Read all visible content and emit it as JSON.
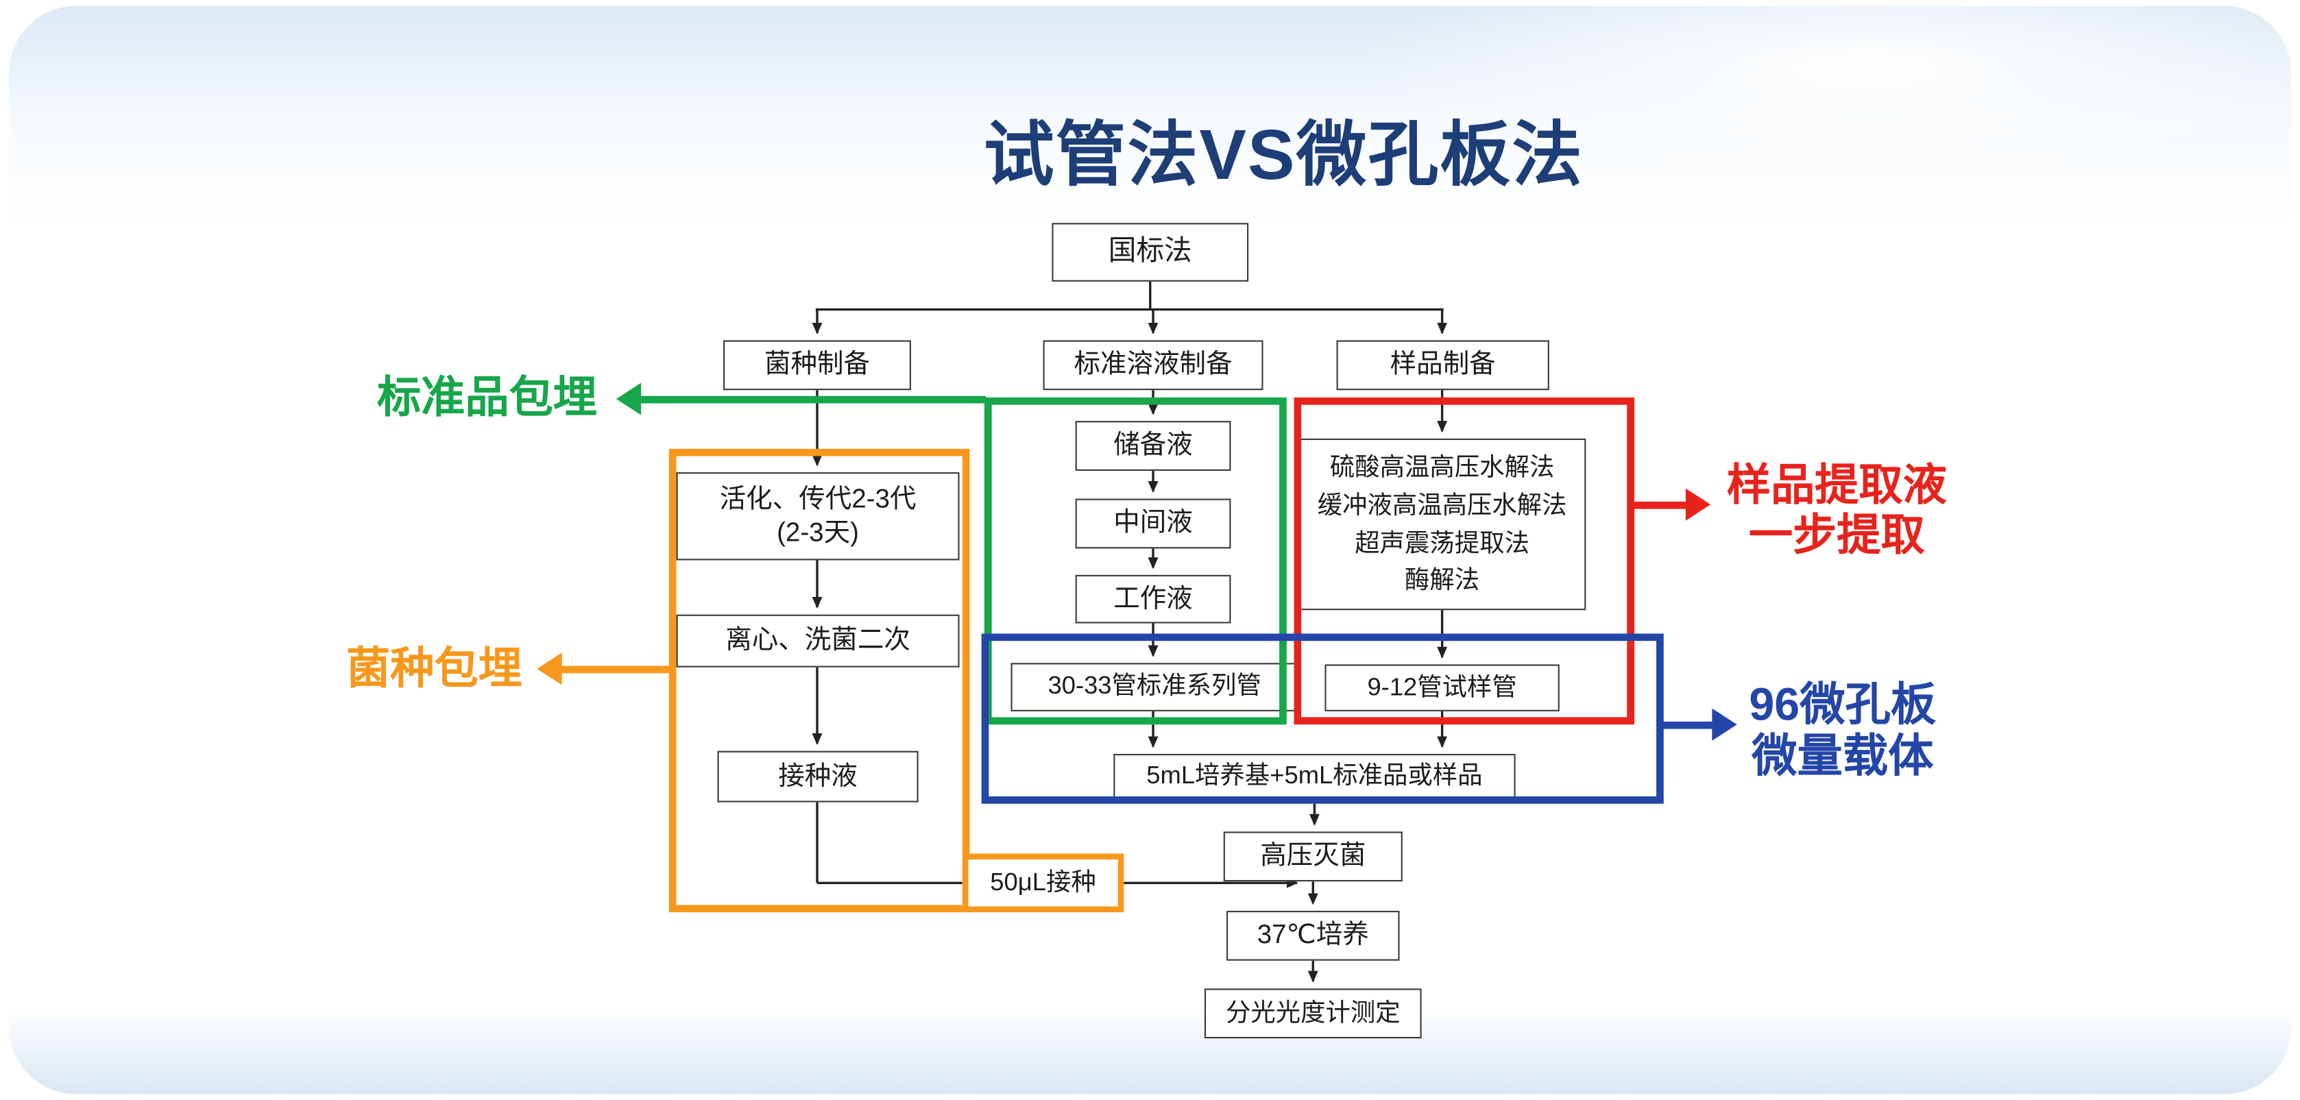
{
  "title": "试管法VS微孔板法",
  "flowchart": {
    "nodes": {
      "national_standard": "国标法",
      "strain_preparation": "菌种制备",
      "standard_solution_preparation": "标准溶液制备",
      "sample_preparation": "样品制备",
      "activation": "活化、传代2-3代\n(2-3天)",
      "centrifugation": "离心、洗菌二次",
      "inoculation_solution": "接种液",
      "stock_solution": "储备液",
      "intermediate_solution": "中间液",
      "working_solution": "工作液",
      "standard_series_tubes": "30-33管标准系列管",
      "extraction_methods": "硫酸高温高压水解法\n缓冲液高温高压水解法\n超声震荡提取法\n酶解法",
      "sample_tubes": "9-12管试样管",
      "medium_mix": "5mL培养基+5mL标准品或样品",
      "autoclave": "高压灭菌",
      "incubation": "37℃培养",
      "spectrophotometer": "分光光度计测定",
      "inoculation_volume": "50μL接种"
    },
    "annotations": {
      "standard_embedding": "标准品包埋",
      "strain_embedding": "菌种包埋",
      "sample_extraction": "样品提取液\n一步提取",
      "microplate": "96微孔板\n微量载体"
    },
    "colors": {
      "title": "#1e3e78",
      "green": "#17a64a",
      "red": "#e8231c",
      "orange": "#f7981d",
      "blue": "#2446a8",
      "box_border": "#3c3c3c"
    }
  }
}
